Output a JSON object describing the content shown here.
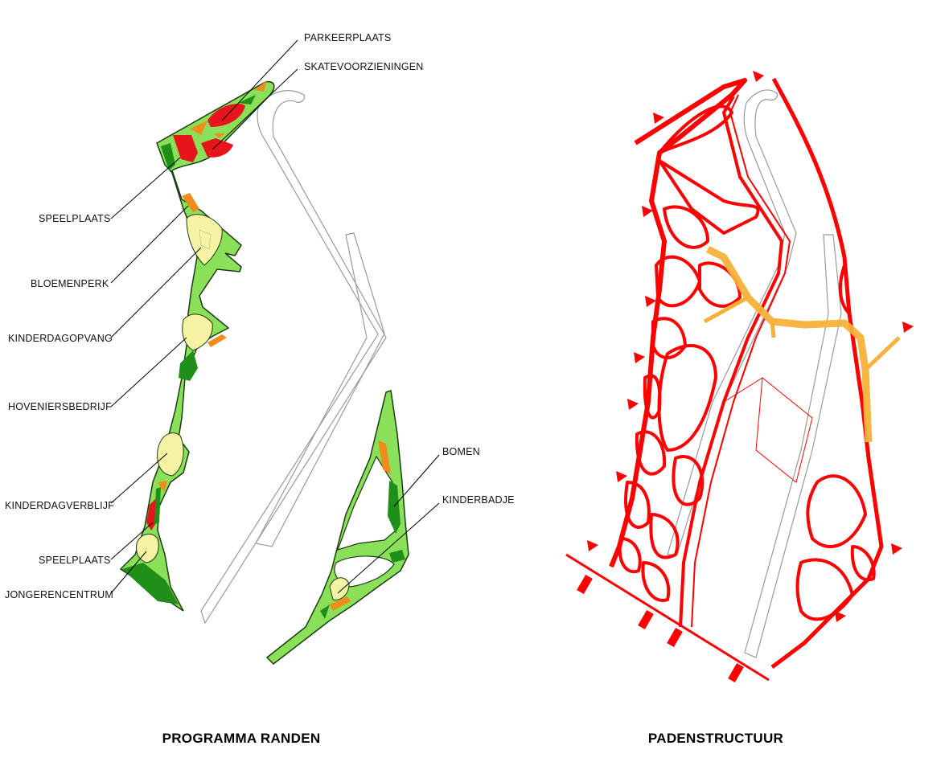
{
  "left_panel": {
    "title": "PROGRAMMA RANDEN",
    "labels": {
      "parkeerplaats": "PARKEERPLAATS",
      "skatevoorzieningen": "SKATEVOORZIENINGEN",
      "speelplaats_top": "SPEELPLAATS",
      "bloemenperk": "BLOEMENPERK",
      "kinderdagopvang": "KINDERDAGOPVANG",
      "hoveniersbedrijf": "HOVENIERSBEDRIJF",
      "kinderdagverblijf": "KINDERDAGVERBLIJF",
      "speelplaats_bottom": "SPEELPLAATS",
      "jongerencentrum": "JONGERENCENTRUM",
      "bomen": "BOMEN",
      "kinderbadje": "KINDERBADJE"
    }
  },
  "right_panel": {
    "title": "PADENSTRUCTUUR"
  },
  "colors": {
    "lawn": "#8be05a",
    "trees": "#1f8f1a",
    "parking": "#e8141b",
    "orange": "#f08c1a",
    "cream": "#f6f3a4",
    "path_red": "#ff0000",
    "path_orange": "#f5b23a",
    "outline": "#9a9a9a"
  }
}
